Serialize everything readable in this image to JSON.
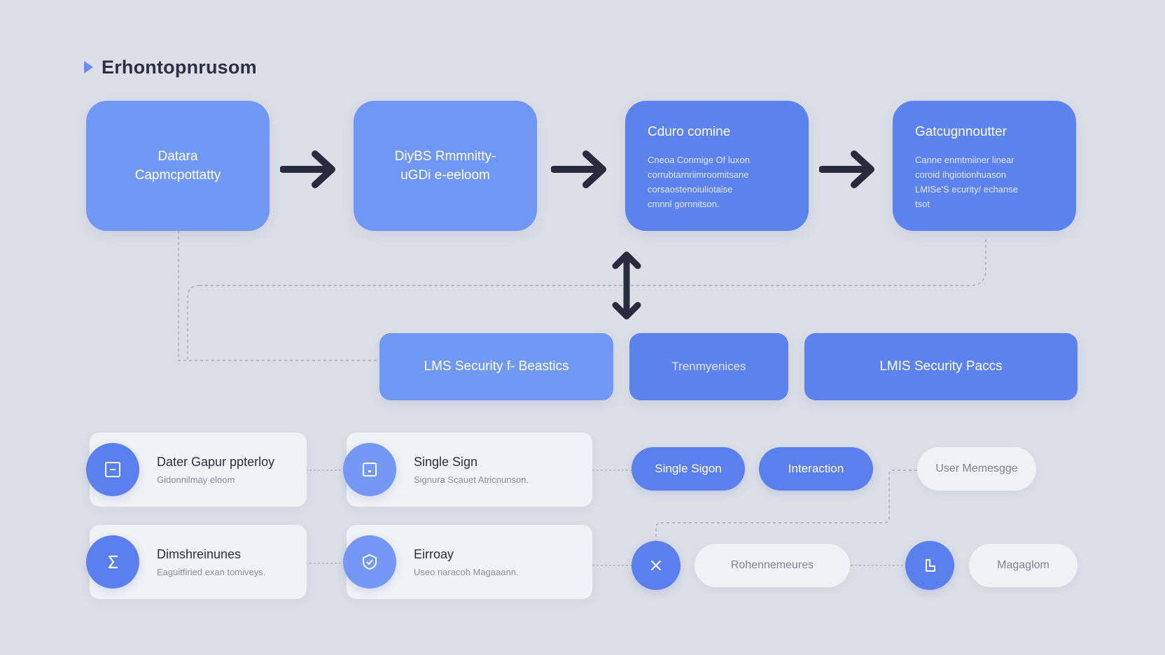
{
  "header": {
    "title": "Erhontopnrusom"
  },
  "flow_cards": [
    {
      "line1": "Datara",
      "line2": "Capmcpottatty",
      "color": "#7199f4"
    },
    {
      "line1": "DiyBS Rmmnitty-",
      "line2": "uGDi e-eeloom",
      "color": "#7097f4"
    },
    {
      "title": "Cduro comine",
      "desc": [
        "Cneoa Conmige Of luxon",
        "corrubtarnriimroomitsane",
        "corsaostenoiuliotaise",
        "cmnnl gornnitson."
      ],
      "color": "#5c82ee"
    },
    {
      "title": "Gatcugnnoutter",
      "desc": [
        "Canne enmtmiiner linear",
        "coroid ihgiotionhuason",
        "LMISe'S ecurity/ echanse",
        "tsot"
      ],
      "color": "#5c82ee"
    }
  ],
  "mid_boxes": [
    {
      "label": "LMS Security f- Beastics",
      "color": "#7199f4"
    },
    {
      "label": "Trenmyenices",
      "color": "#5c82ee"
    },
    {
      "label": "LMIS Security Paccs",
      "color": "#5c82ee"
    }
  ],
  "items": [
    {
      "title": "Dater Gapur ppterloy",
      "subtitle": "Gidonnilmay eloom",
      "icon": "square-minus-icon",
      "circle_color": "#5b80ee"
    },
    {
      "title": "Single Sign",
      "subtitle": "Signura Scauet Atricnunson.",
      "icon": "square-dot-icon",
      "circle_color": "#7499f4"
    },
    {
      "title": "Dimshreinunes",
      "subtitle": "Eaguitfiried exan tomiveys.",
      "icon": "s-glyph-icon",
      "circle_color": "#5b80ee"
    },
    {
      "title": "Eirroay",
      "subtitle": "Useo naracoh Magaaann.",
      "icon": "shield-check-icon",
      "circle_color": "#7499f4"
    }
  ],
  "pills": {
    "single_sign": "Single Sigon",
    "interaction": "Interaction",
    "user_message": "User Memesgge",
    "roles": "Rohennemeures",
    "magalom": "Magaglom"
  },
  "icons": {
    "close": "close-icon",
    "file": "file-icon"
  },
  "colors": {
    "background": "#dcdfe6",
    "accent": "#5b80ee",
    "accent_light": "#7199f4",
    "arrow": "#262c3c"
  }
}
